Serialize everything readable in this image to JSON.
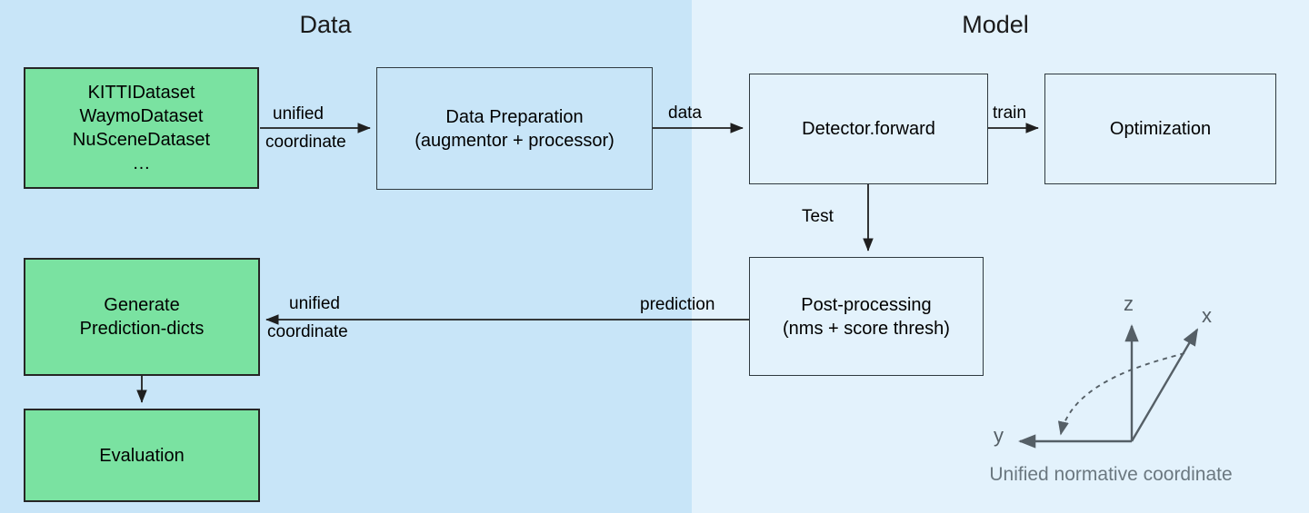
{
  "sections": [
    {
      "id": "data",
      "title": "Data",
      "bg": "#c8e5f8"
    },
    {
      "id": "model",
      "title": "Model",
      "bg": "#e3f2fc"
    }
  ],
  "colors": {
    "data_panel_bg": "#c8e5f8",
    "model_panel_bg": "#e3f2fc",
    "green_node_fill": "#7ae2a1",
    "green_node_border": "#262626",
    "plain_node_border": "#2f3a40",
    "edge_stroke": "#1f1f1f",
    "coord_axis": "#555f66",
    "coord_caption_text": "#6b7880"
  },
  "nodes": {
    "datasets": "KITTIDataset\nWaymoDataset\nNuSceneDataset\n…",
    "data_preparation": "Data Preparation\n(augmentor + processor)",
    "detector_forward": "Detector.forward",
    "optimization": "Optimization",
    "post_processing": "Post-processing\n(nms + score thresh)",
    "generate_prediction_dicts": "Generate\nPrediction-dicts",
    "evaluation": "Evaluation"
  },
  "edges": {
    "unified_top_line1": "unified",
    "unified_top_line2": "coordinate",
    "data": "data",
    "train": "train",
    "test": "Test",
    "prediction": "prediction",
    "unified_bottom_line1": "unified",
    "unified_bottom_line2": "coordinate"
  },
  "coordinate_system": {
    "axis_z": "z",
    "axis_x": "x",
    "axis_y": "y",
    "caption": "Unified normative coordinate"
  }
}
